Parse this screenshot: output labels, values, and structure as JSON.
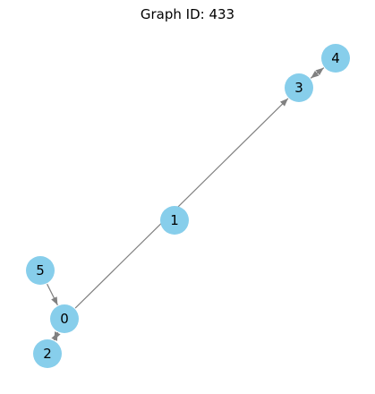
{
  "title": "Graph ID: 433",
  "colors": {
    "node": "#87CEEB",
    "edge": "#808080",
    "label": "#000000"
  },
  "nodes": [
    {
      "id": "0",
      "label": "0"
    },
    {
      "id": "1",
      "label": "1"
    },
    {
      "id": "2",
      "label": "2"
    },
    {
      "id": "3",
      "label": "3"
    },
    {
      "id": "4",
      "label": "4"
    },
    {
      "id": "5",
      "label": "5"
    }
  ],
  "edges": [
    {
      "source": "0",
      "target": "3"
    },
    {
      "source": "3",
      "target": "4"
    },
    {
      "source": "4",
      "target": "3"
    },
    {
      "source": "5",
      "target": "0"
    },
    {
      "source": "0",
      "target": "2"
    },
    {
      "source": "2",
      "target": "0"
    }
  ]
}
